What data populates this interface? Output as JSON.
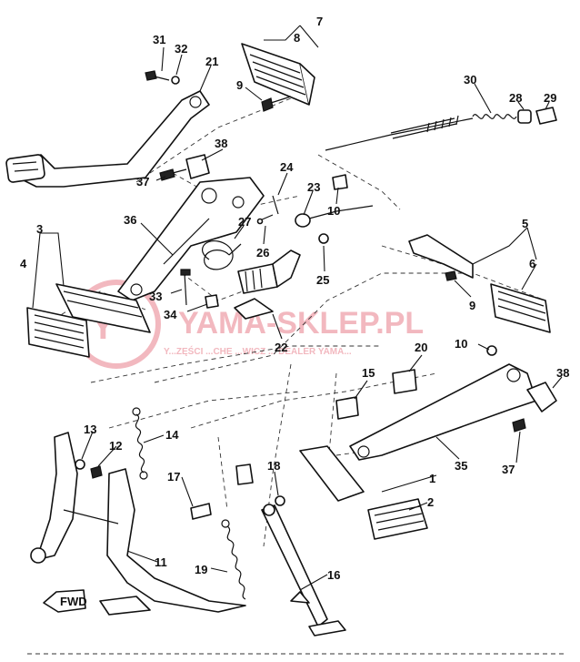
{
  "callouts": {
    "c1": "1",
    "c2": "2",
    "c3": "3",
    "c4": "4",
    "c5": "5",
    "c6": "6",
    "c7": "7",
    "c8": "8",
    "c9a": "9",
    "c9b": "9",
    "c10a": "10",
    "c10b": "10",
    "c11": "11",
    "c12": "12",
    "c13": "13",
    "c14": "14",
    "c15": "15",
    "c16": "16",
    "c17": "17",
    "c18": "18",
    "c19": "19",
    "c20": "20",
    "c21": "21",
    "c22": "22",
    "c23": "23",
    "c24": "24",
    "c25": "25",
    "c26": "26",
    "c27": "27",
    "c28": "28",
    "c29": "29",
    "c30": "30",
    "c31": "31",
    "c32": "32",
    "c33": "33",
    "c34": "34",
    "c35": "35",
    "c36": "36",
    "c37a": "37",
    "c37b": "37",
    "c38a": "38",
    "c38b": "38"
  },
  "direction_marker": "FWD",
  "watermark": {
    "main": "YAMA-SKLEP.PL",
    "sub": "Y...ZĘŚCI ...CHE ...WICZ ... DEALER YAMA..."
  },
  "colors": {
    "ink": "#111111",
    "watermark": "#f2b8bf",
    "background": "#ffffff"
  }
}
